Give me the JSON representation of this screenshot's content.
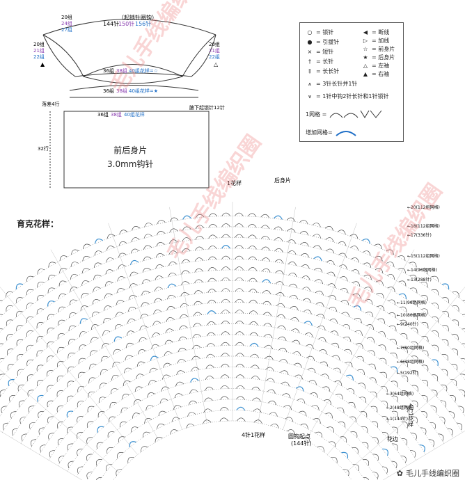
{
  "top": {
    "chain_title": "（起锁针圈钩）",
    "chain_counts": [
      "144针",
      "150针",
      "156针"
    ],
    "left_side_rows": [
      "20组",
      "24组",
      "27组"
    ],
    "left_groups": [
      "20组",
      "21组",
      "22组"
    ],
    "right_groups": [
      "20组",
      "21组",
      "22组"
    ],
    "band1": [
      "36组",
      "38组",
      "40组花样=☆"
    ],
    "band2": [
      "36组",
      "38组",
      "40组花样=★"
    ],
    "band3": [
      "36组",
      "38组",
      "40组花样"
    ],
    "drop": "落差4行",
    "underarm": "腋下起锁针12针",
    "height": "32行",
    "body_title": "前后身片",
    "hook": "3.0mm钩针"
  },
  "legend": {
    "items": [
      {
        "sym": "○",
        "label": "= 锁针"
      },
      {
        "sym": "●",
        "label": "= 引拔针"
      },
      {
        "sym": "×",
        "label": "= 短针"
      },
      {
        "sym": "†",
        "label": "= 长针"
      },
      {
        "sym": "‡",
        "label": "= 长长针"
      },
      {
        "sym": "⩚",
        "label": "= 3针长针并1针"
      },
      {
        "sym": "⩛",
        "label": "= 1针中钩2针长针和1针锁针"
      },
      {
        "sym": "◀",
        "label": "= 断线"
      },
      {
        "sym": "▷",
        "label": "= 加线"
      },
      {
        "sym": "☆",
        "label": "= 前身片"
      },
      {
        "sym": "★",
        "label": "= 后身片"
      },
      {
        "sym": "△",
        "label": "= 左袖"
      },
      {
        "sym": "▲",
        "label": "= 右袖"
      }
    ],
    "grid_label": "1网格 =",
    "add_label": "增加网格="
  },
  "chart": {
    "section_title": "育克花样：",
    "pattern_label": "1花样",
    "back_label": "后身片",
    "rows": [
      "20(112组网格)",
      "18(112组网格)",
      "17(336针)",
      "15(112组网格)",
      "14(96组网格)",
      "13(288针)",
      "11(96组网格)",
      "10(80组网格)",
      "9(240针)",
      "7(80组网格)",
      "6(48组网格)",
      "5(192针)",
      "3(64组网格)",
      "2(48组网格)",
      "1(144针)"
    ],
    "right_bracket": "4行1花样",
    "edge": "花边",
    "stitch_label": "4针1花样",
    "start_label": "圆钩起点",
    "start_count": "(144针)"
  },
  "watermark": "毛儿手线编织圈",
  "footer": "毛儿手线编织圈"
}
